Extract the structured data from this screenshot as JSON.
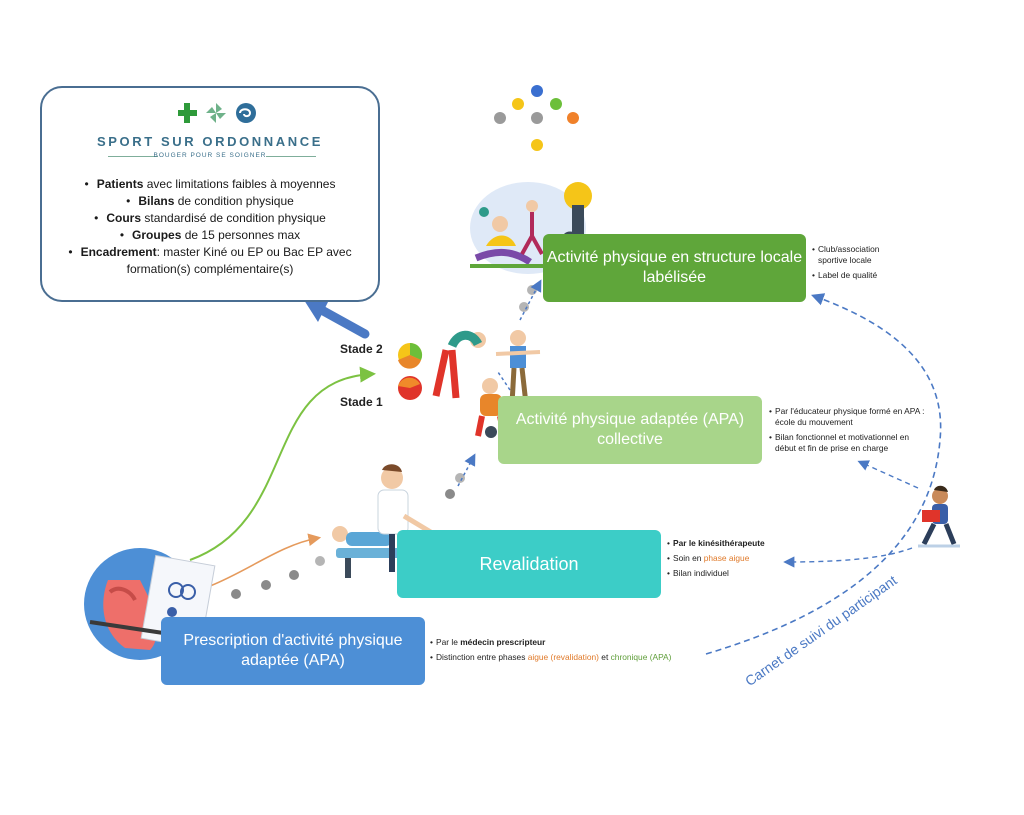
{
  "infobox": {
    "logo_title": "SPORT SUR ORDONNANCE",
    "logo_subtitle": "BOUGER POUR SE SOIGNER",
    "items": [
      {
        "bold": "Patients",
        "text": " avec limitations faibles à moyennes"
      },
      {
        "bold": "Bilans",
        "text": " de condition physique"
      },
      {
        "bold": "Cours",
        "text": " standardisé de condition  physique"
      },
      {
        "bold": "Groupes",
        "text": " de 15 personnes max"
      },
      {
        "bold": "Encadrement",
        "text": ": master Kiné ou EP ou Bac EP avec formation(s) complémentaire(s)"
      }
    ]
  },
  "stages": {
    "stage2": "Stade 2",
    "stage1": "Stade 1"
  },
  "steps": {
    "structure": {
      "title": "Activité physique en structure locale labélisée",
      "notes": [
        "Club/association sportive locale",
        "Label de qualité"
      ],
      "color": "#5fa63a"
    },
    "apa": {
      "title": "Activité physique adaptée (APA) collective",
      "notes": [
        "Par l'éducateur physique formé en APA : école du mouvement",
        "Bilan fonctionnel et motivationnel en début et fin de prise en charge"
      ],
      "color": "#a8d58a"
    },
    "revalidation": {
      "title": "Revalidation",
      "note1_bold": "Par le kinésithérapeute",
      "note2_prefix": "Soin en ",
      "note2_orange": "phase aigue",
      "note3": "Bilan individuel",
      "color": "#3ccdc7"
    },
    "prescription": {
      "title": "Prescription d'activité physique adaptée (APA)",
      "note1_prefix": "Par le ",
      "note1_bold": "médecin prescripteur",
      "note2_prefix": "Distinction entre phases ",
      "note2_orange": "aigue (revalidation)",
      "note2_mid": " et ",
      "note2_green": "chronique (APA)",
      "color": "#4d8fd6"
    }
  },
  "carnet": "Carnet de suivi du participant",
  "colors": {
    "arrow_blue": "#4b79c4",
    "border": "#4a6e92",
    "accent_green": "#7cc242"
  },
  "icons": [
    "plus-cross-icon",
    "pinwheel-icon",
    "swirl-icon",
    "stage-2-pie-icon",
    "stage-1-pie-icon",
    "hand-prescription-illustration",
    "physio-illustration",
    "group-exercise-illustration",
    "yoga-outdoor-illustration",
    "participant-reading-illustration"
  ]
}
